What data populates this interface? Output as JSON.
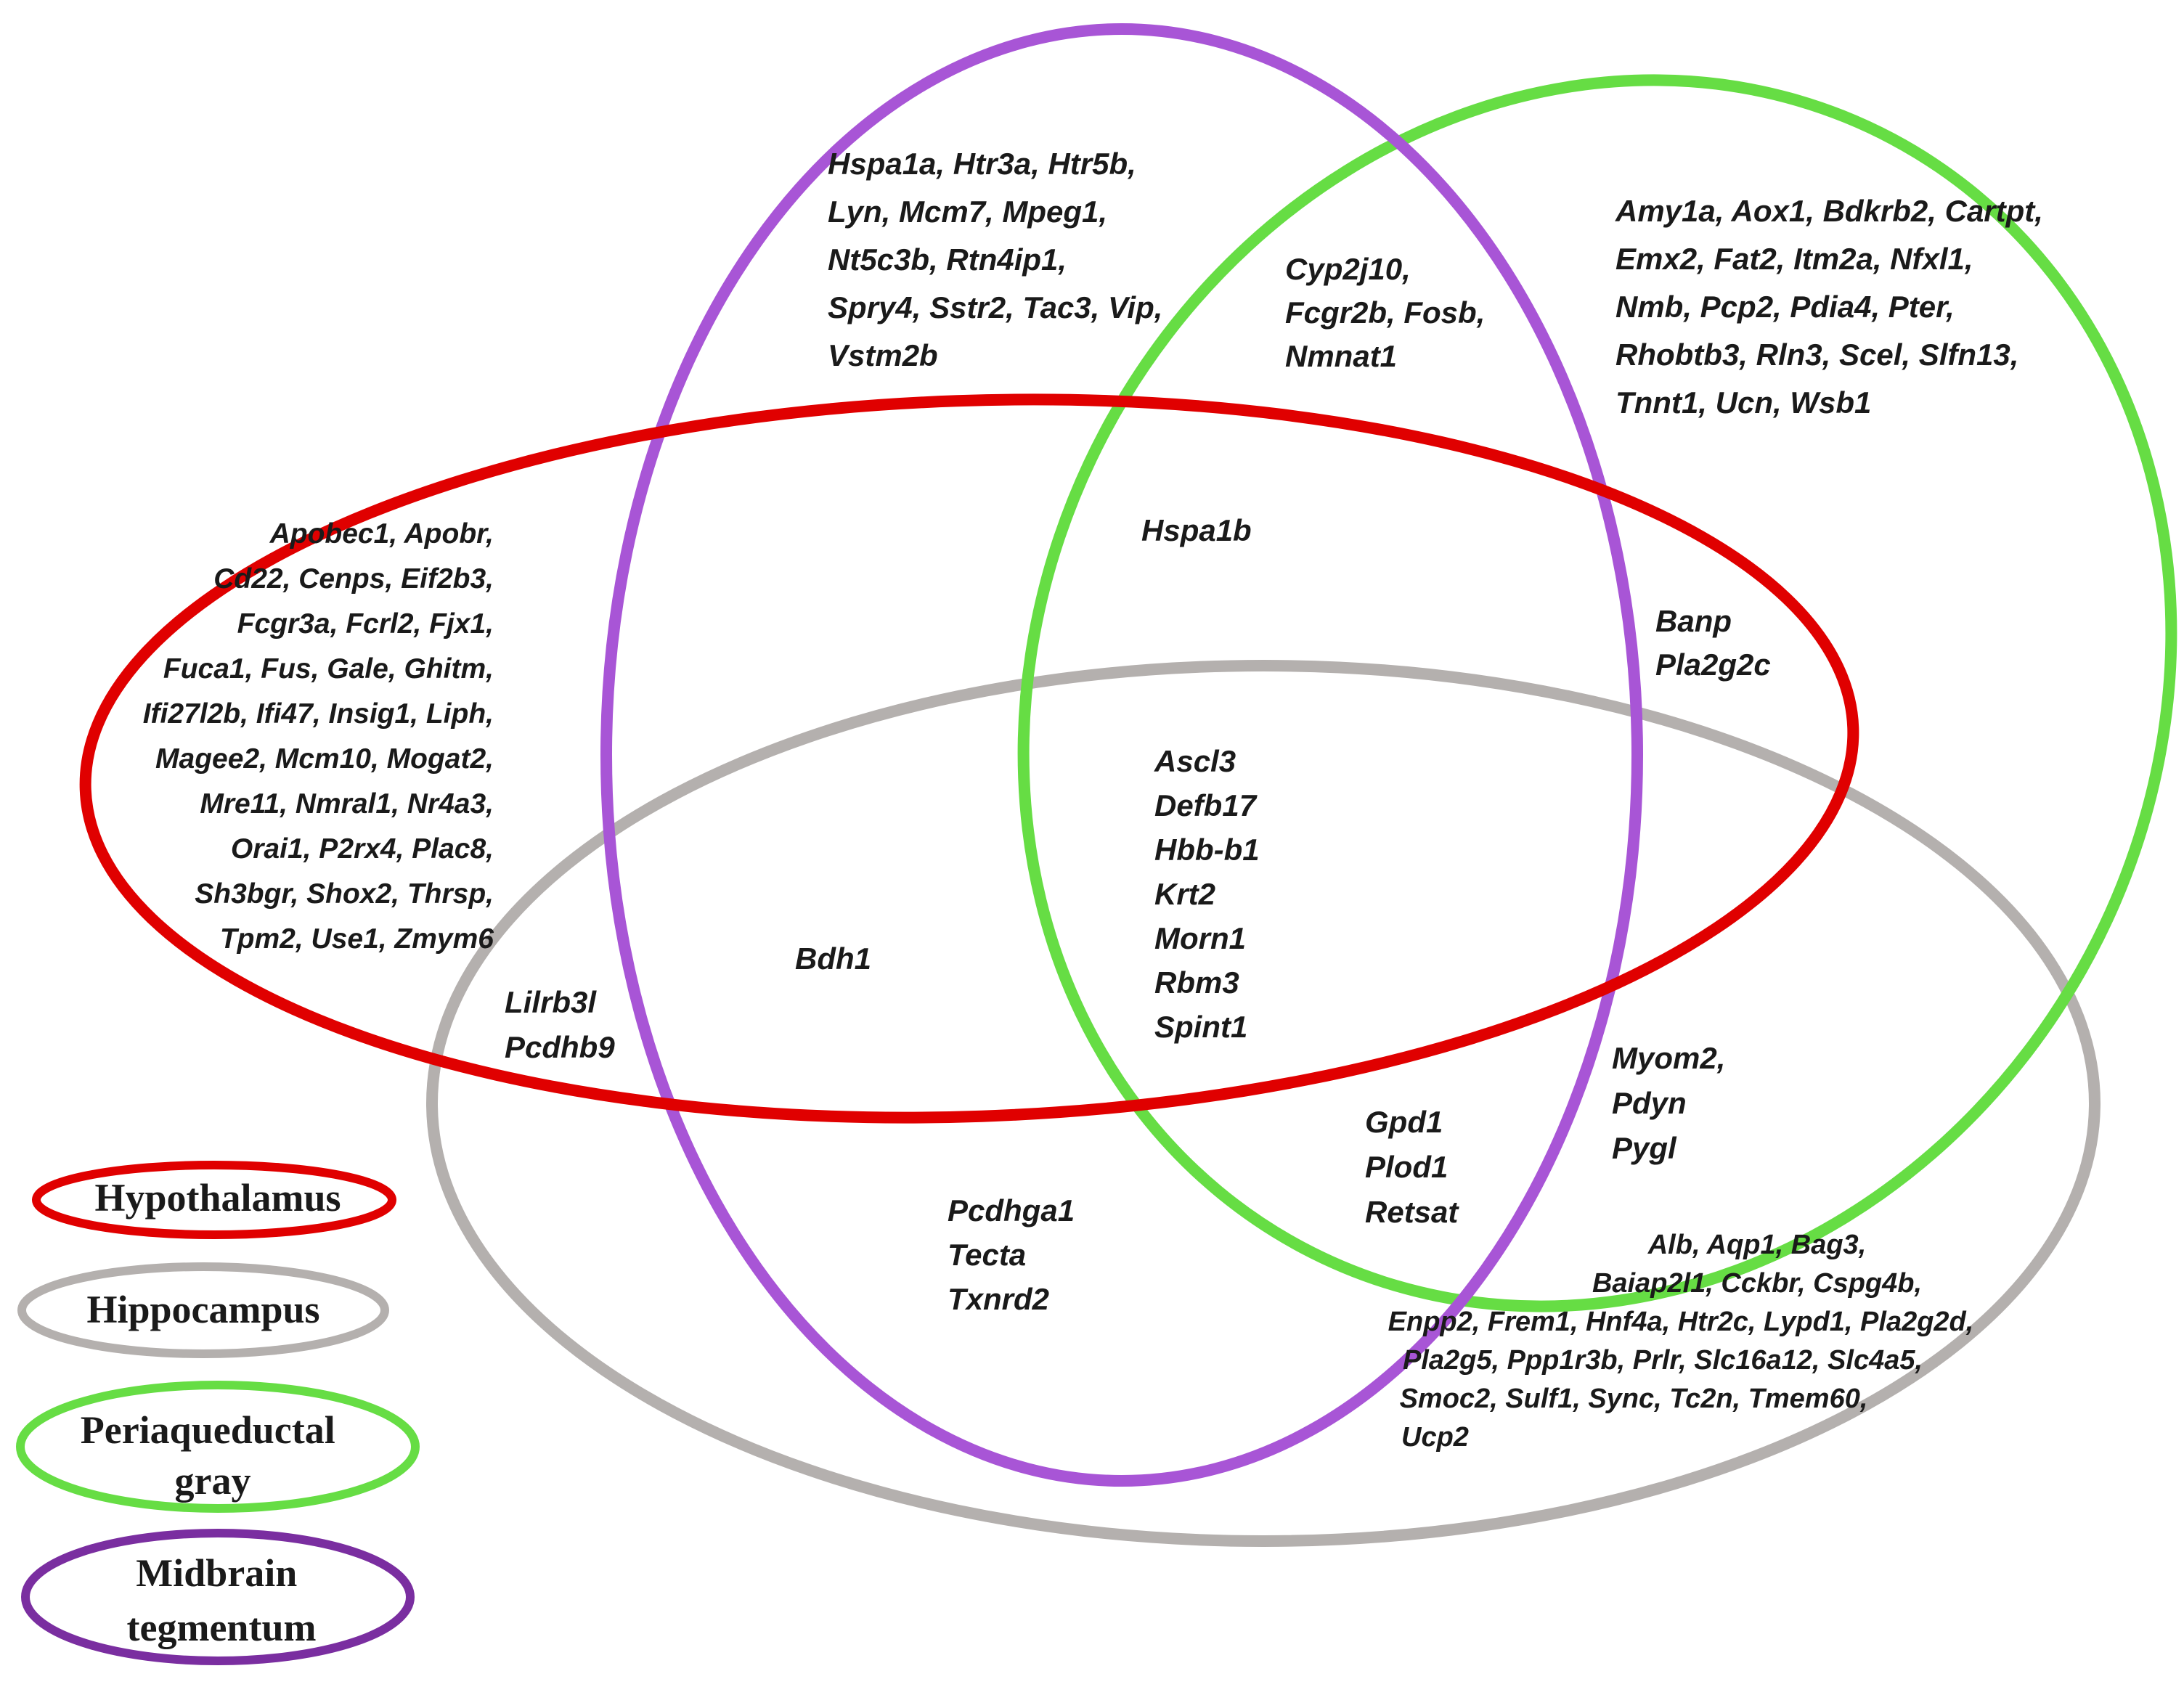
{
  "sets": [
    {
      "id": "hypothalamus",
      "label": "Hypothalamus",
      "color": "#e00000"
    },
    {
      "id": "hippocampus",
      "label": "Hippocampus",
      "color": "#b4b0ae"
    },
    {
      "id": "pag",
      "label": "Periaqueductal gray",
      "label_lines": [
        "Periaqueductal",
        "gray"
      ],
      "color": "#66dd44"
    },
    {
      "id": "midbrain",
      "label": "Midbrain tegmentum",
      "label_lines": [
        "Midbrain",
        "tegmentum"
      ],
      "color": "#a855d6",
      "legend_color": "#7a2ea0"
    }
  ],
  "regions": [
    {
      "id": "midbrain-only",
      "sets": [
        "midbrain"
      ],
      "lines": [
        "Hspa1a, Htr3a, Htr5b,",
        "Lyn, Mcm7, Mpeg1,",
        "Nt5c3b, Rtn4ip1,",
        "Spry4, Sstr2, Tac3, Vip,",
        "Vstm2b"
      ]
    },
    {
      "id": "midbrain-pag",
      "sets": [
        "midbrain",
        "pag"
      ],
      "lines": [
        "Cyp2j10,",
        "Fcgr2b, Fosb,",
        "Nmnat1"
      ]
    },
    {
      "id": "pag-only",
      "sets": [
        "pag"
      ],
      "lines": [
        "Amy1a, Aox1, Bdkrb2, Cartpt,",
        "Emx2, Fat2, Itm2a, Nfxl1,",
        "Nmb, Pcp2, Pdia4, Pter,",
        "Rhobtb3, Rln3, Scel, Slfn13,",
        "Tnnt1, Ucn, Wsb1"
      ]
    },
    {
      "id": "hypothalamus-only",
      "sets": [
        "hypothalamus"
      ],
      "lines": [
        "Apobec1, Apobr,",
        "Cd22, Cenps, Eif2b3,",
        "Fcgr3a, Fcrl2, Fjx1,",
        "Fuca1, Fus, Gale, Ghitm,",
        "Ifi27l2b, Ifi47, Insig1, Liph,",
        "Magee2, Mcm10, Mogat2,",
        "Mre11, Nmral1, Nr4a3,",
        "Orai1, P2rx4, Plac8,",
        "Sh3bgr, Shox2, Thrsp,",
        "Tpm2, Use1, Zmym6"
      ]
    },
    {
      "id": "hypothalamus-midbrain-pag",
      "sets": [
        "hypothalamus",
        "midbrain",
        "pag"
      ],
      "lines": [
        "Hspa1b"
      ]
    },
    {
      "id": "hypothalamus-pag",
      "sets": [
        "hypothalamus",
        "pag"
      ],
      "lines": [
        "Banp",
        "Pla2g2c"
      ]
    },
    {
      "id": "all-four",
      "sets": [
        "hypothalamus",
        "hippocampus",
        "pag",
        "midbrain"
      ],
      "lines": [
        "Ascl3",
        "Defb17",
        "Hbb-b1",
        "Krt2",
        "Morn1",
        "Rbm3",
        "Spint1"
      ]
    },
    {
      "id": "hypothalamus-hippocampus-midbrain",
      "sets": [
        "hypothalamus",
        "hippocampus",
        "midbrain"
      ],
      "lines": [
        "Bdh1"
      ]
    },
    {
      "id": "hypothalamus-hippocampus",
      "sets": [
        "hypothalamus",
        "hippocampus"
      ],
      "lines": [
        "Lilrb3l",
        "Pcdhb9"
      ]
    },
    {
      "id": "hippocampus-pag",
      "sets": [
        "hippocampus",
        "pag"
      ],
      "lines": [
        "Myom2,",
        "Pdyn",
        "Pygl"
      ]
    },
    {
      "id": "hippocampus-midbrain-pag",
      "sets": [
        "hippocampus",
        "midbrain",
        "pag"
      ],
      "lines": [
        "Gpd1",
        "Plod1",
        "Retsat"
      ]
    },
    {
      "id": "hippocampus-midbrain",
      "sets": [
        "hippocampus",
        "midbrain"
      ],
      "lines": [
        "Pcdhga1",
        "Tecta",
        "Txnrd2"
      ]
    },
    {
      "id": "hippocampus-only",
      "sets": [
        "hippocampus"
      ],
      "lines": [
        "Alb, Aqp1, Bag3,",
        "Baiap2l1, Cckbr, Cspg4b,",
        "Enpp2, Frem1, Hnf4a, Htr2c, Lypd1, Pla2g2d,",
        "Pla2g5, Ppp1r3b, Prlr, Slc16a12, Slc4a5,",
        "Smoc2, Sulf1, Sync, Tc2n, Tmem60,",
        "Ucp2"
      ]
    }
  ]
}
